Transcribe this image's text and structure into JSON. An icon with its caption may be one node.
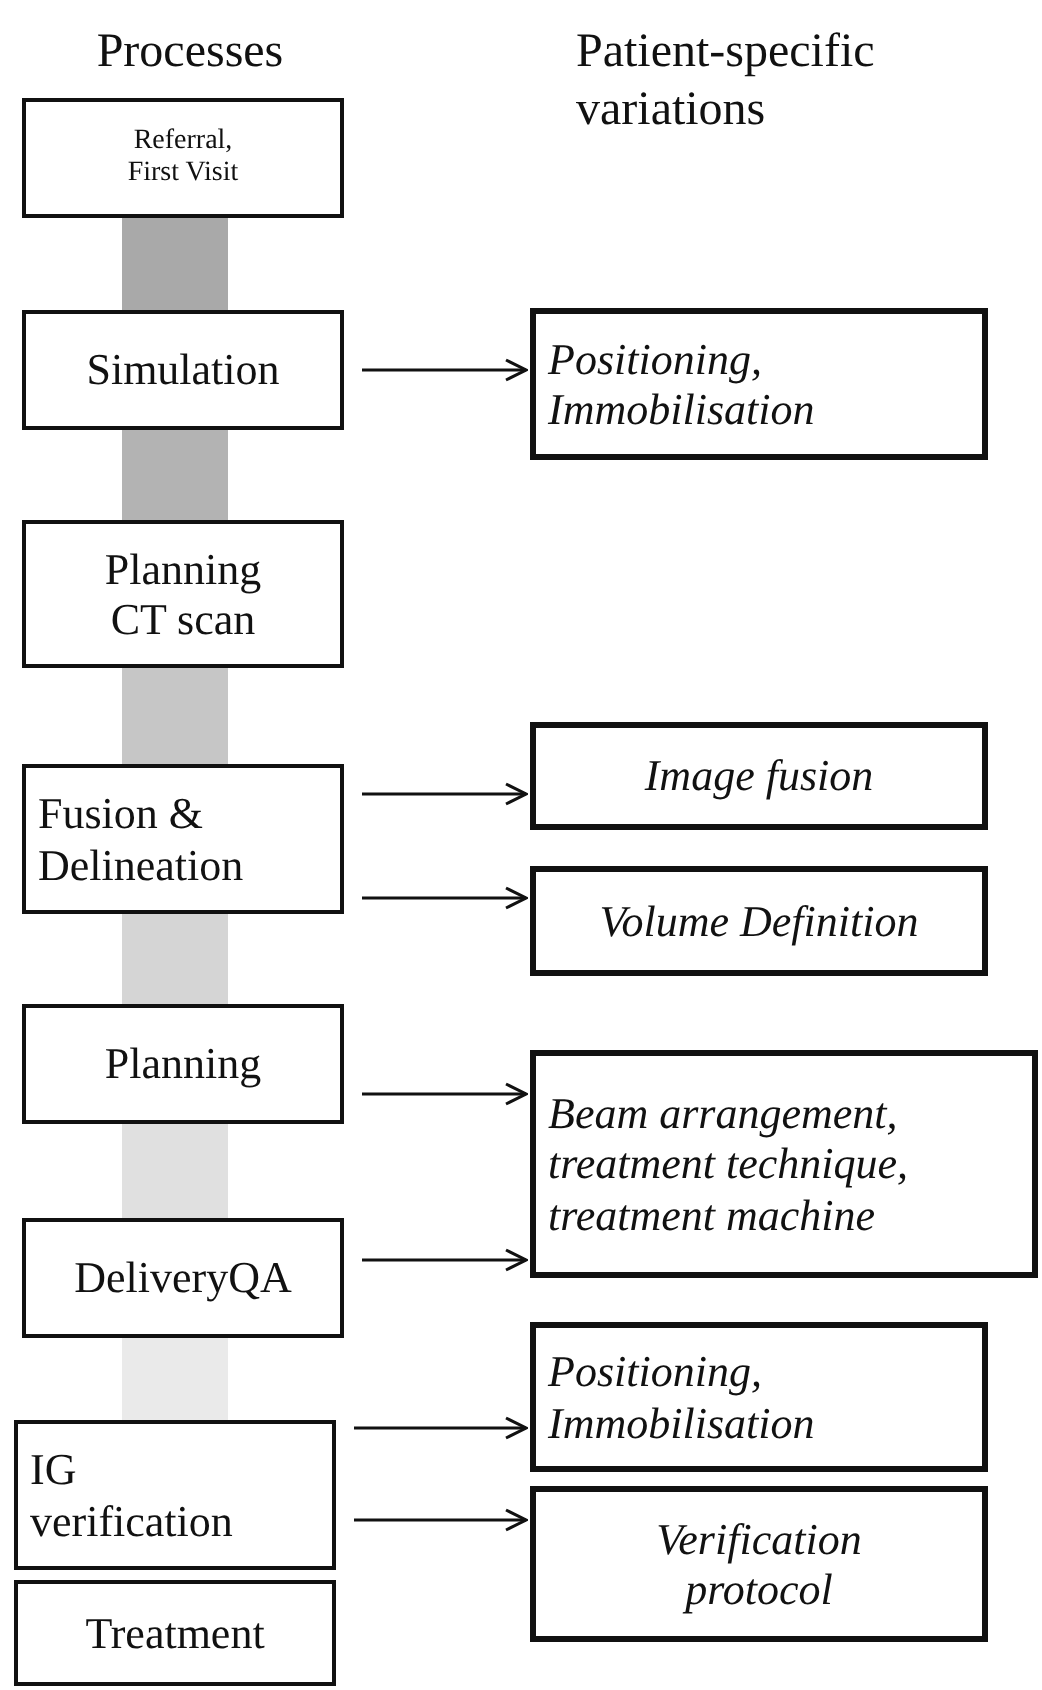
{
  "diagram": {
    "nodes": [
      {
        "text": [
          "Referral, First Visit"
        ]
      },
      {
        "text": [
          "Simulation"
        ]
      },
      {
        "text": [
          "Planning CT scan"
        ]
      },
      {
        "text": [
          "Fusion & Delineation"
        ]
      },
      {
        "text": [
          "Planning"
        ]
      },
      {
        "text": [
          "DeliveryQA"
        ]
      },
      {
        "text": [
          "IG verification"
        ]
      },
      {
        "text": [
          "Treatment"
        ]
      },
      {
        "text": [
          "Positioning, Immobilisation"
        ]
      },
      {
        "text": [
          "Image fusion"
        ]
      },
      {
        "text": [
          "Volume Definition"
        ]
      },
      {
        "text": [
          "Beam arrangement, treatment technique, treatment machine"
        ]
      },
      {
        "text": [
          "Positioning, Immobilisation"
        ]
      },
      {
        "text": [
          "Verification protocol"
        ]
      }
    ],
    "edges": [
      {
        "from": 1,
        "to": 8,
        "arrow": "to"
      },
      {
        "from": 3,
        "to": 9,
        "arrow": "to"
      },
      {
        "from": 3,
        "to": 10,
        "arrow": "to"
      },
      {
        "from": 4,
        "to": 11,
        "arrow": "to"
      },
      {
        "from": 5,
        "to": 11,
        "arrow": "to"
      },
      {
        "from": 6,
        "to": 12,
        "arrow": "to"
      },
      {
        "from": 6,
        "to": 13,
        "arrow": "to"
      },
      {
        "from": 0,
        "to": 1,
        "arrow": "none",
        "style": "thick",
        "color": "#a9a9a9"
      },
      {
        "from": 1,
        "to": 2,
        "arrow": "none",
        "style": "thick",
        "color": "#b3b3b3"
      },
      {
        "from": 2,
        "to": 3,
        "arrow": "none",
        "style": "thick",
        "color": "#c6c6c6"
      },
      {
        "from": 3,
        "to": 4,
        "arrow": "none",
        "style": "thick",
        "color": "#d5d5d5"
      },
      {
        "from": 4,
        "to": 5,
        "arrow": "none",
        "style": "thick",
        "color": "#e0e0e0"
      },
      {
        "from": 5,
        "to": 6,
        "arrow": "none",
        "style": "thick",
        "color": "#eaeaea"
      }
    ],
    "labels": [
      "Processes",
      "Patient-specific variations"
    ]
  }
}
